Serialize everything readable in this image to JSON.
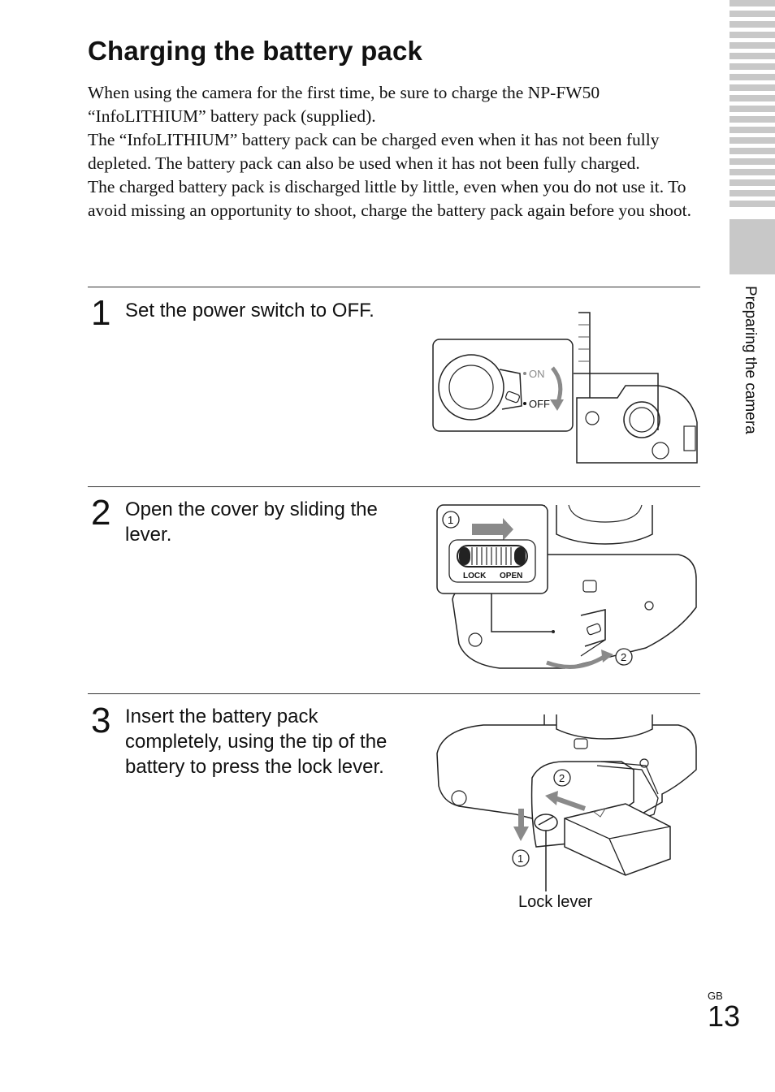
{
  "page": {
    "title": "Charging the battery pack",
    "intro": [
      "When using the camera for the first time, be sure to charge the NP-FW50 “InfoLITHIUM” battery pack (supplied).",
      "The “InfoLITHIUM” battery pack can be charged even when it has not been fully depleted. The battery pack can also be used when it has not been fully charged.",
      "The charged battery pack is discharged little by little, even when you do not use it. To avoid missing an opportunity to shoot, charge the battery pack again before you shoot."
    ],
    "side_label": "Preparing the camera",
    "region_code": "GB",
    "page_number": "13"
  },
  "steps": [
    {
      "number": "1",
      "text": "Set the power switch to OFF."
    },
    {
      "number": "2",
      "text": "Open the cover by sliding the lever."
    },
    {
      "number": "3",
      "text": "Insert the battery pack completely, using the tip of the battery to press the lock lever."
    }
  ],
  "illustrations": {
    "switch": {
      "on_label": "ON",
      "off_label": "OFF"
    },
    "cover": {
      "lock_label": "LOCK",
      "open_label": "OPEN",
      "marker_1": "1",
      "marker_2": "2"
    },
    "battery": {
      "marker_1": "1",
      "marker_2": "2",
      "lock_lever_label": "Lock lever"
    }
  },
  "colors": {
    "tab_gray": "#c8c8c8",
    "arrow_gray": "#8a8a8a"
  }
}
